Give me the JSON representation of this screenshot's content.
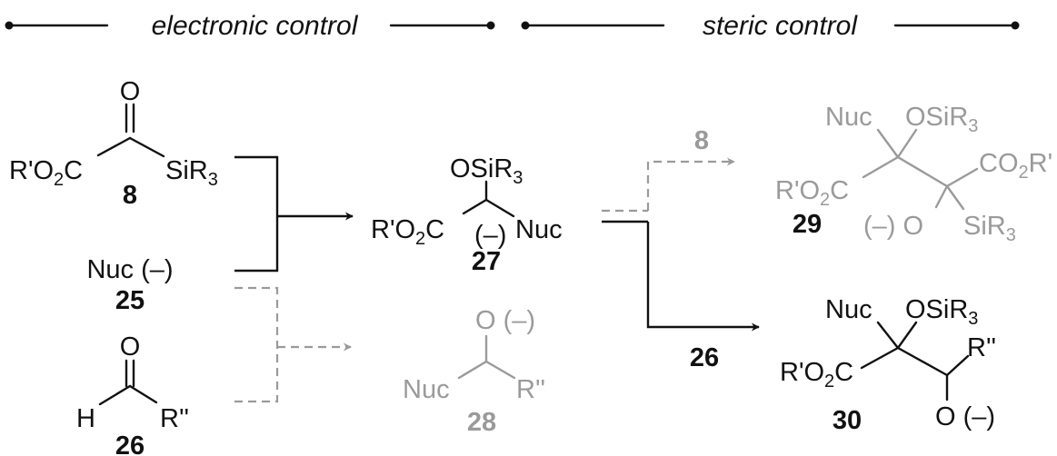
{
  "headers": {
    "left": "electronic control",
    "right": "steric control"
  },
  "compounds": {
    "c8": {
      "number": "8",
      "ester": [
        "R'O",
        "2",
        "C"
      ],
      "carbonyl_o": "O",
      "silyl": [
        "SiR",
        "3"
      ]
    },
    "c25": {
      "number": "25",
      "label": "Nuc (–)"
    },
    "c26": {
      "number": "26",
      "h": "H",
      "o": "O",
      "r": "R''"
    },
    "c27": {
      "number": "27",
      "osi": [
        "OSiR",
        "3"
      ],
      "ester": [
        "R'O",
        "2",
        "C"
      ],
      "anion": "(–)",
      "nuc": "Nuc"
    },
    "c28": {
      "number": "28",
      "o": "O (–)",
      "nuc": "Nuc",
      "r": "R''"
    },
    "c29": {
      "number": "29",
      "nuc": "Nuc",
      "osi": [
        "OSiR",
        "3"
      ],
      "ester_right": [
        "CO",
        "2",
        "R'"
      ],
      "ester_left": [
        "R'O",
        "2",
        "C"
      ],
      "o_anion": "(–) O",
      "silyl": [
        "SiR",
        "3"
      ]
    },
    "c30": {
      "number": "30",
      "nuc": "Nuc",
      "osi": [
        "OSiR",
        "3"
      ],
      "r": "R''",
      "ester": [
        "R'O",
        "2",
        "C"
      ],
      "o_anion": "O (–)"
    }
  },
  "arrow_labels": {
    "to_29": "8",
    "to_30": "26"
  },
  "colors": {
    "ink": "#111111",
    "faded": "#9a9a9a"
  }
}
